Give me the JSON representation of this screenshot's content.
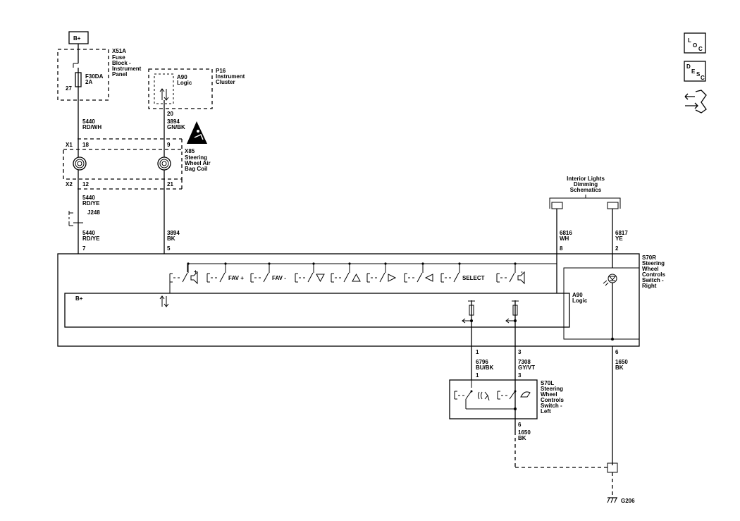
{
  "battery": {
    "label": "B+"
  },
  "fuse_block": {
    "ref": "X51A",
    "line1": "Fuse",
    "line2": "Block -",
    "line3": "Instrument",
    "line4": "Panel",
    "fuse_name": "F30DA",
    "fuse_rating": "2A",
    "pin": "27"
  },
  "cluster": {
    "ref": "P16",
    "line1": "Instrument",
    "line2": "Cluster",
    "logic_ref": "A90",
    "logic_label": "Logic",
    "pin": "20"
  },
  "wires": {
    "w1": {
      "circuit": "5440",
      "color": "RD/WH"
    },
    "w2": {
      "circuit": "3894",
      "color": "GN/BK"
    },
    "w3": {
      "circuit": "5440",
      "color": "RD/YE"
    },
    "w4": {
      "circuit": "5440",
      "color": "RD/YE",
      "pin": "7"
    },
    "w5": {
      "circuit": "3894",
      "color": "BK",
      "pin": "5"
    },
    "w6": {
      "circuit": "6816",
      "color": "WH",
      "pin": "8"
    },
    "w7": {
      "circuit": "6817",
      "color": "YE",
      "pin": "2"
    },
    "w8": {
      "circuit": "6796",
      "color": "BU/BK",
      "pin_top": "1",
      "pin_bottom": "1"
    },
    "w9": {
      "circuit": "7308",
      "color": "GY/VT",
      "pin_top": "3",
      "pin_bottom": "3"
    },
    "w10": {
      "circuit": "1650",
      "color": "BK",
      "pin": "6"
    },
    "w11": {
      "circuit": "1650",
      "color": "BK",
      "pin": "6"
    }
  },
  "coil": {
    "ref": "X85",
    "line1": "Steering",
    "line2": "Wheel Air",
    "line3": "Bag Coil",
    "x1": "X1",
    "x2": "X2",
    "x1_pin_a": "18",
    "x1_pin_b": "9",
    "x2_pin_a": "12",
    "x2_pin_b": "21"
  },
  "splice": {
    "ref": "J248"
  },
  "dimming": {
    "line1": "Interior Lights",
    "line2": "Dimming",
    "line3": "Schematics"
  },
  "switch_right": {
    "ref": "S70R",
    "line1": "Steering",
    "line2": "Wheel",
    "line3": "Controls",
    "line4": "Switch -",
    "line5": "Right",
    "logic_ref": "A90",
    "logic_label": "Logic",
    "bplus": "B+",
    "fav_plus": "FAV +",
    "fav_minus": "FAV -",
    "select": "SELECT"
  },
  "switch_left": {
    "ref": "S70L",
    "line1": "Steering",
    "line2": "Wheel",
    "line3": "Controls",
    "line4": "Switch -",
    "line5": "Left"
  },
  "ground": {
    "ref": "G206"
  },
  "icons": {
    "location": "L O C",
    "description": "D E S C",
    "connector": "connector-icon"
  },
  "nav": {
    "loc_l": "L",
    "loc_o": "O",
    "loc_c": "C",
    "desc_d": "D",
    "desc_e": "E",
    "desc_s": "S",
    "desc_c": "C"
  }
}
